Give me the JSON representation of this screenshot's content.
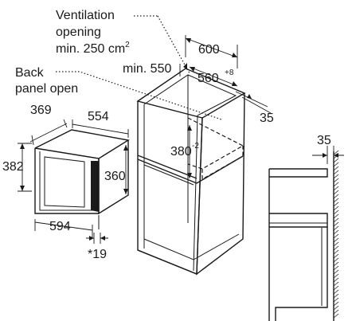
{
  "annotations": {
    "ventilation_line1": "Ventilation",
    "ventilation_line2": "opening",
    "ventilation_line3": "min. 250 cm",
    "ventilation_sup": "2",
    "back_panel_line1": "Back",
    "back_panel_line2": "panel open",
    "min_label": "min. 550"
  },
  "dimensions": {
    "d600": "600",
    "d560": "560",
    "d560_sup": "+8",
    "d35_top": "35",
    "d380": "380",
    "d380_sup": "-2",
    "d369": "369",
    "d554": "554",
    "d382": "382",
    "d360": "360",
    "d594": "594",
    "d19": "*19",
    "d35_side": "35"
  }
}
